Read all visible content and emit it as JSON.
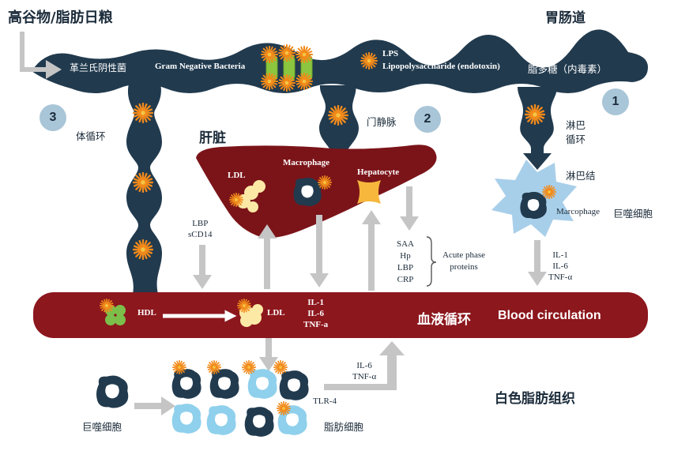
{
  "labels": {
    "high_fat_food": "高谷物/脂肪日粮",
    "gut": "胃肠道",
    "gram_negative_cn": "革兰氏阴性菌",
    "gram_negative_en": "Gram Negative Bacteria",
    "lps_short": "LPS",
    "lps_long": "Lipopolysaccharide (endotoxin)",
    "lps_cn": "脂多糖（内毒素）",
    "route_1": "1",
    "route_2": "2",
    "route_3": "3",
    "systemic_circulation": "体循环",
    "portal_vein": "门静脉",
    "lymph_circulation": "淋巴\n循环",
    "lymph_node": "淋巴结",
    "liver": "肝脏",
    "ldl_liver": "LDL",
    "macrophage_liver": "Macrophage",
    "hepatocyte": "Hepatocyte",
    "lbp_scd14": "LBP\nsCD14",
    "cytokines_liver": "IL-1\nIL-6\nTNF-a",
    "acute_list": "SAA\nHp\nLBP\nCRP",
    "acute_phase": "Acute phase\nproteins",
    "marcophage_en": "Marcophage",
    "macrophage_cn_lymph": "巨噬细胞",
    "cytokines_lymph": "IL-1\nIL-6\nTNF-α",
    "hdl": "HDL",
    "ldl_blood": "LDL",
    "blood_cn": "血液循环",
    "blood_en": "Blood circulation",
    "cytokines_adipose": "IL-6\nTNF-α",
    "tlr4": "TLR-4",
    "macrophage_cn_bottom": "巨噬细胞",
    "adipocyte": "脂肪细胞",
    "adipose_tissue": "白色脂肪组织"
  },
  "colors": {
    "gut": "#213a4e",
    "liver": "#7b1419",
    "blood": "#8c171d",
    "arrow": "#bdbdbd",
    "star": "#f28a1a",
    "bacteria": "#8cc63f",
    "lipid": "#fce9a6",
    "adipocyte": "#8fd0ec",
    "lymph_node": "#a8cfea",
    "route_circle": "#a9c6d8"
  }
}
